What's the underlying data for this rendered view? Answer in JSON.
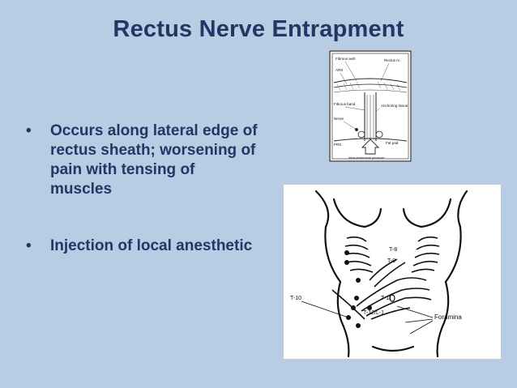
{
  "slide": {
    "title": "Rectus Nerve Entrapment",
    "bullets": [
      {
        "symbol": "•",
        "text": "Occurs along lateral edge of rectus sheath; worsening of pain with tensing of muscles"
      },
      {
        "symbol": "•",
        "text": "Injection of local anesthetic"
      }
    ],
    "figure_sheath": {
      "labels": {
        "fibrous_web": "Fibrous web",
        "rectus_m": "Rectus m",
        "ars": "ARS",
        "fibrous_band": "Fibrous band",
        "anchoring_tissue": "Anchoring tissue",
        "nerve": "Nerve",
        "prs": "PRS",
        "fat_pad": "Fat pad",
        "pressure": "Intra-abdominal pressure"
      }
    },
    "figure_torso": {
      "labels": {
        "t8": "T-8",
        "t9": "T-9",
        "t10": "T-10",
        "t11": "T-11",
        "t12": "T-12/L-1",
        "foramina": "Foramina"
      }
    }
  },
  "colors": {
    "background": "#b8cce4",
    "text": "#1f3864"
  }
}
